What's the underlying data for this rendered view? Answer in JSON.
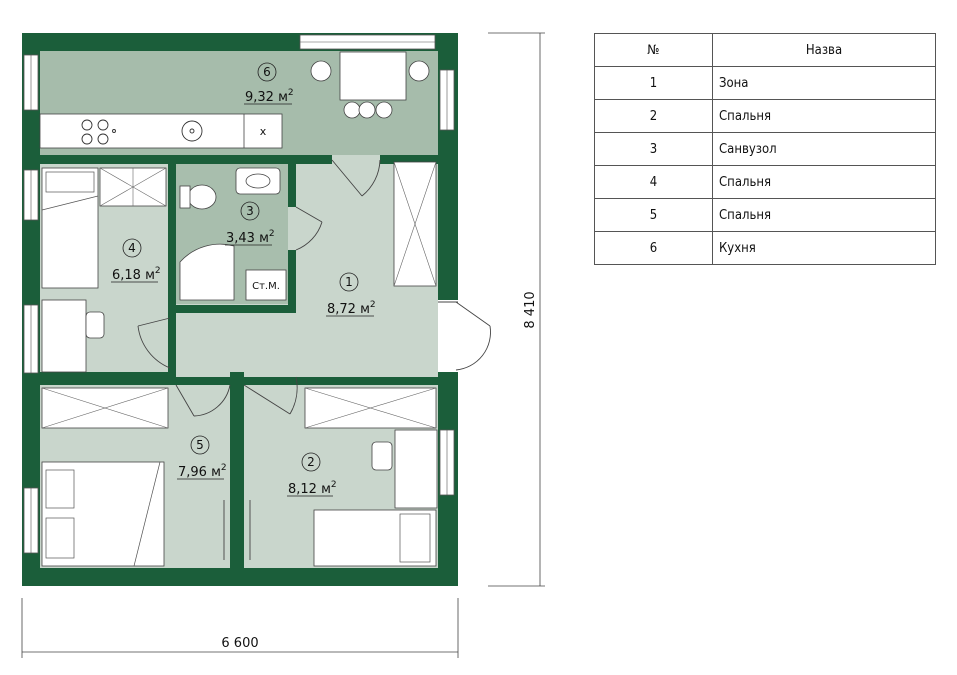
{
  "colors": {
    "wall": "#1b5e3a",
    "room": "#c9d6cc",
    "kitchen": "#a6bcab",
    "bath": "#a8bead"
  },
  "rooms": [
    {
      "number": "1",
      "area": "8,72",
      "unit": "м"
    },
    {
      "number": "2",
      "area": "8,12",
      "unit": "м"
    },
    {
      "number": "3",
      "area": "3,43",
      "unit": "м"
    },
    {
      "number": "4",
      "area": "6,18",
      "unit": "м"
    },
    {
      "number": "5",
      "area": "7,96",
      "unit": "м"
    },
    {
      "number": "6",
      "area": "9,32",
      "unit": "м"
    }
  ],
  "area_sup": "2",
  "fixtures": {
    "stove_label": "x",
    "utility_label": "Ст.М."
  },
  "dimensions": {
    "width": "6 600",
    "height": "8 410"
  },
  "legend": {
    "header_num": "№",
    "header_name": "Назва",
    "rows": [
      {
        "num": "1",
        "name": "Зона"
      },
      {
        "num": "2",
        "name": "Спальня"
      },
      {
        "num": "3",
        "name": "Санвузол"
      },
      {
        "num": "4",
        "name": "Спальня"
      },
      {
        "num": "5",
        "name": "Спальня"
      },
      {
        "num": "6",
        "name": "Кухня"
      }
    ]
  }
}
